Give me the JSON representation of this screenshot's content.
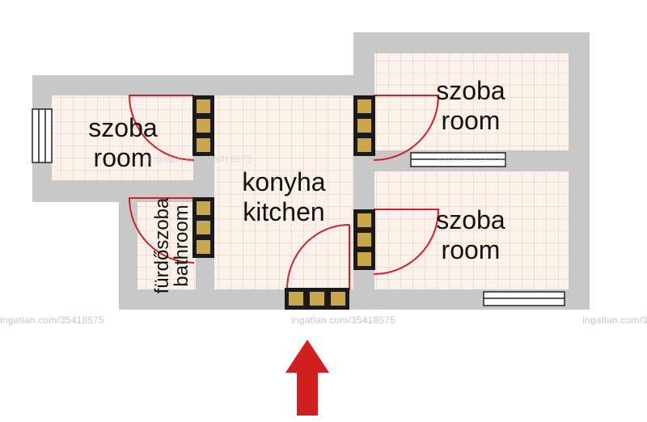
{
  "rooms": {
    "room_west": {
      "hu": "szoba",
      "en": "room"
    },
    "room_ne": {
      "hu": "szoba",
      "en": "room"
    },
    "room_se": {
      "hu": "szoba",
      "en": "room"
    },
    "kitchen": {
      "hu": "konyha",
      "en": "kitchen"
    },
    "bathroom": {
      "hu": "fürdőszoba",
      "en": "bathroom"
    }
  },
  "watermark": "ingatlan.com/35418575",
  "colors": {
    "wall": "#c8c8c8",
    "floor": "#fdf1ec",
    "grid": "#e3d2cc",
    "door_arc": "#d42020",
    "door_frame": "#1a1a1a",
    "door_fill": "#c9a64a",
    "arrow": "#d21f1f"
  }
}
